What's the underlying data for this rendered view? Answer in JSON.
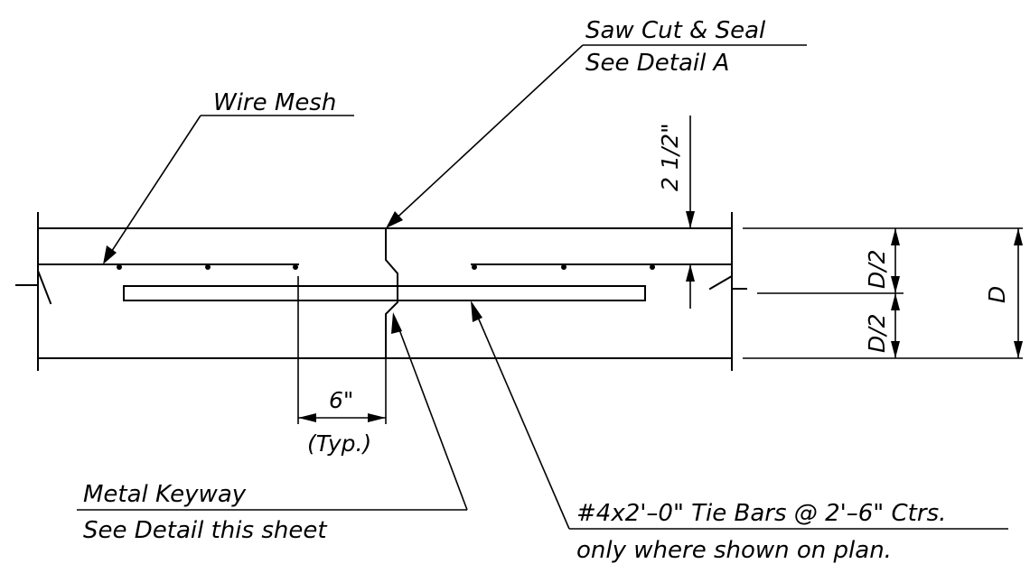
{
  "labels": {
    "saw_cut_line1": "Saw Cut & Seal",
    "saw_cut_line2": "See Detail A",
    "wire_mesh": "Wire Mesh",
    "metal_keyway_line1": "Metal Keyway",
    "metal_keyway_line2": "See Detail this sheet",
    "tie_bars_line1": "#4x2'–0\" Tie Bars @ 2'–6\" Ctrs.",
    "tie_bars_line2": "only where shown on plan."
  },
  "dimensions": {
    "cover": "2 1/2\"",
    "spacing": "6\"",
    "spacing_note": "(Typ.)",
    "half_depth_top": "D/2",
    "half_depth_bottom": "D/2",
    "full_depth": "D"
  }
}
